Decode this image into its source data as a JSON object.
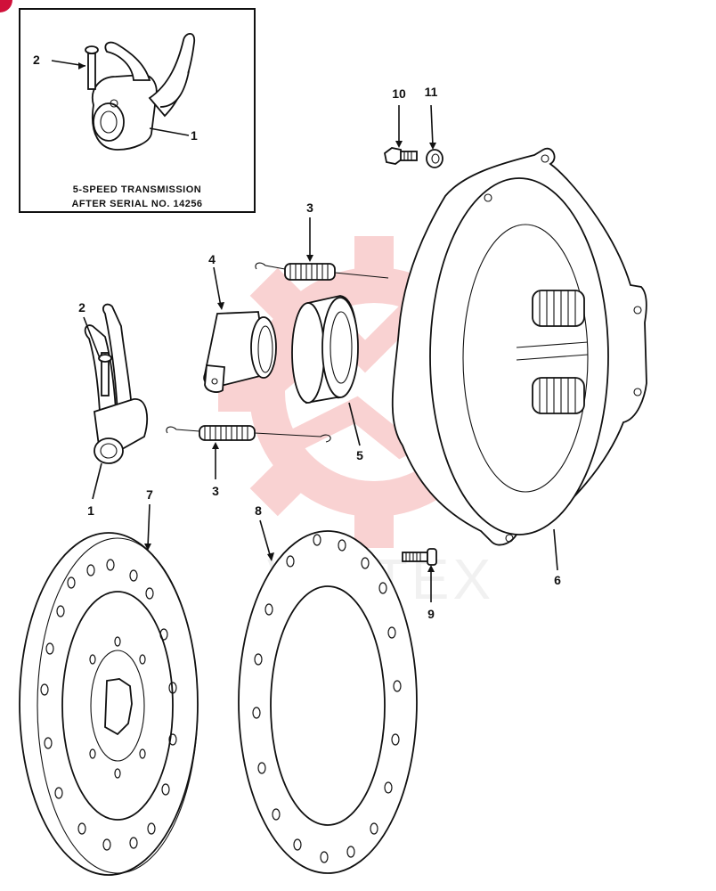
{
  "watermark": {
    "text": "VIHTEX",
    "color": "#f08080"
  },
  "inset": {
    "caption_line1": "5-SPEED TRANSMISSION",
    "caption_line2": "AFTER SERIAL NO. 14256",
    "callouts": {
      "c2": "2",
      "c1": "1"
    }
  },
  "callouts": {
    "c10": "10",
    "c11": "11",
    "c3_top": "3",
    "c4": "4",
    "c2": "2",
    "c5": "5",
    "c3_bottom": "3",
    "c1": "1",
    "c7": "7",
    "c8": "8",
    "c9": "9",
    "c6": "6"
  },
  "corner_badge": {
    "color": "#d0103a"
  }
}
